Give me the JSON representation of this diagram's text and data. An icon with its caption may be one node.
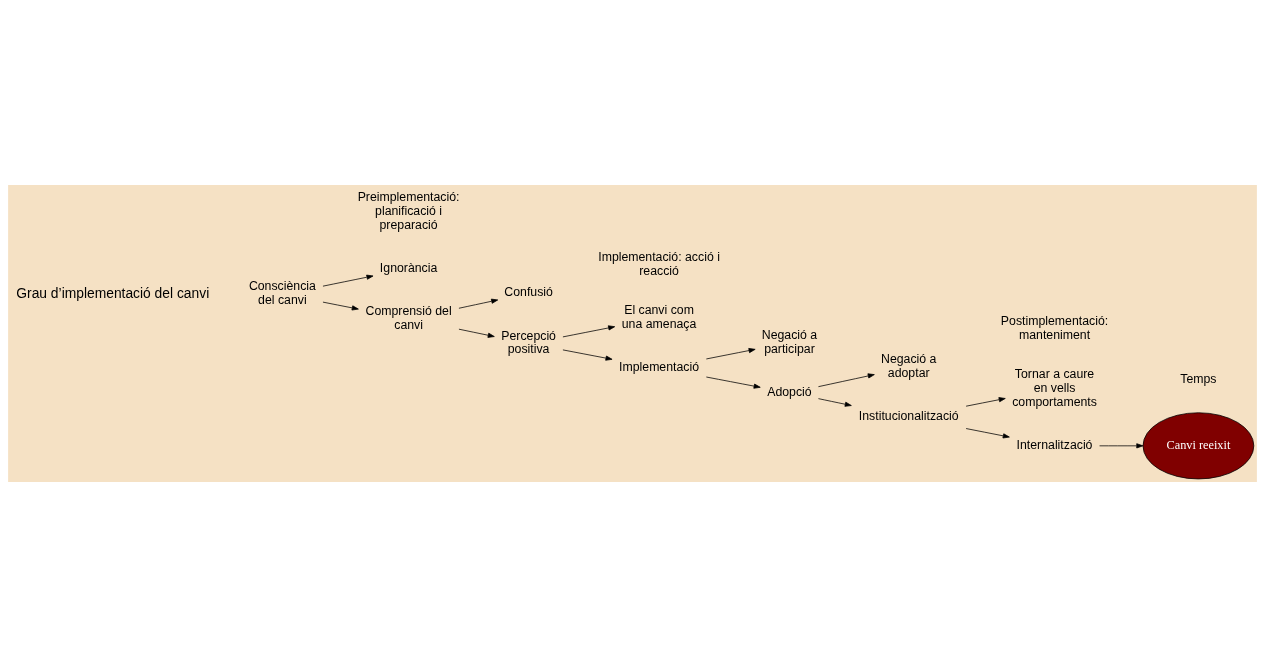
{
  "diagram": {
    "nodes": [
      {
        "text": [
          "Consciència del canvi"
        ]
      },
      {
        "text": [
          "Ignorància"
        ]
      },
      {
        "text": [
          "Comprensió del canvi"
        ]
      },
      {
        "text": [
          "Confusió"
        ]
      },
      {
        "text": [
          "Percepció positiva"
        ]
      },
      {
        "text": [
          "El canvi com una amenaça"
        ]
      },
      {
        "text": [
          "Implementació"
        ]
      },
      {
        "text": [
          "Negació a participar"
        ]
      },
      {
        "text": [
          "Adopció"
        ]
      },
      {
        "text": [
          "Negació a adoptar"
        ]
      },
      {
        "text": [
          "Institucionalització"
        ]
      },
      {
        "text": [
          "Tornar a caure en vells comportaments"
        ]
      },
      {
        "text": [
          "Internalització"
        ]
      },
      {
        "text": [
          "Canvi reeixit"
        ]
      }
    ],
    "edges": [
      {
        "from": 0,
        "to": 2,
        "arrow": "to"
      },
      {
        "from": 0,
        "to": 1,
        "arrow": "to"
      },
      {
        "from": 2,
        "to": 4,
        "arrow": "to"
      },
      {
        "from": 2,
        "to": 3,
        "arrow": "to"
      },
      {
        "from": 4,
        "to": 6,
        "arrow": "to"
      },
      {
        "from": 4,
        "to": 5,
        "arrow": "to"
      },
      {
        "from": 6,
        "to": 8,
        "arrow": "to"
      },
      {
        "from": 6,
        "to": 7,
        "arrow": "to"
      },
      {
        "from": 8,
        "to": 10,
        "arrow": "to"
      },
      {
        "from": 8,
        "to": 9,
        "arrow": "to"
      },
      {
        "from": 10,
        "to": 12,
        "arrow": "to"
      },
      {
        "from": 10,
        "to": 11,
        "arrow": "to"
      },
      {
        "from": 12,
        "to": 13,
        "arrow": "to"
      }
    ],
    "labels": [
      "Grau d’implementació del canvi",
      "Preimplementació: planificació i preparació",
      "Implementació: acció i reacció",
      "Postimplementació: manteniment",
      "Temps"
    ]
  }
}
